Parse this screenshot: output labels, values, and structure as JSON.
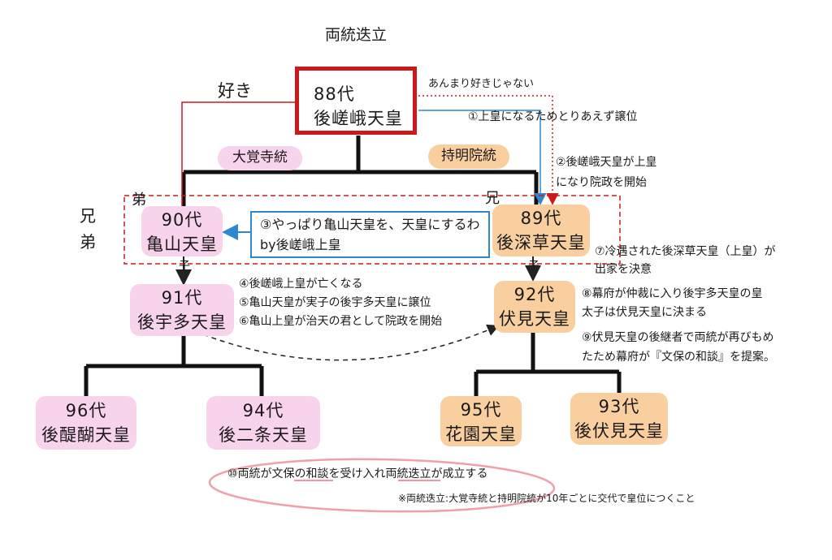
{
  "title": "両統迭立",
  "labels": {
    "suki": "好き",
    "not_like": "あんまり好きじゃない",
    "daikakuji": "大覚寺統",
    "jimyoin": "持明院統",
    "kyodai": [
      "兄",
      "弟"
    ],
    "otouto": "弟",
    "ani": "兄",
    "ko": "子"
  },
  "emperors": {
    "e88": [
      "88代",
      "後嵯峨天皇"
    ],
    "e89": [
      "89代",
      "後深草天皇"
    ],
    "e90": [
      "90代",
      "亀山天皇"
    ],
    "e91": [
      "91代",
      "後宇多天皇"
    ],
    "e92": [
      "92代",
      "伏見天皇"
    ],
    "e93": [
      "93代",
      "後伏見天皇"
    ],
    "e94": [
      "94代",
      "後二条天皇"
    ],
    "e95": [
      "95代",
      "花園天皇"
    ],
    "e96": [
      "96代",
      "後醍醐天皇"
    ]
  },
  "notes": {
    "n1": "①上皇になるためとりあえず譲位",
    "n2": [
      "②後嵯峨天皇が上皇",
      "になり院政を開始"
    ],
    "n3": [
      "③やっぱり亀山天皇を、天皇にするわ",
      "by後嵯峨上皇"
    ],
    "n4": "④後嵯峨上皇が亡くなる",
    "n5": "⑤亀山天皇が実子の後宇多天皇に譲位",
    "n6": "⑥亀山上皇が治天の君として院政を開始",
    "n7": [
      "⑦冷遇された後深草天皇（上皇）が",
      "出家を決意"
    ],
    "n8": [
      "⑧幕府が仲裁に入り後宇多天皇の皇",
      "太子は伏見天皇に決まる"
    ],
    "n9": [
      "⑨伏見天皇の後継者で両統が再びもめ",
      "たため幕府が『文保の和談』を提案。"
    ],
    "n10": "⑩両統が文保の和談を受け入れ両統迭立が成立する",
    "footnote": "※両統迭立:大覚寺統と持明院統が10年ごとに交代で皇位につくこと"
  },
  "colors": {
    "daikakuji": "#f8d3ec",
    "jimyoin": "#f9cf9f",
    "emphasis_red": "#cc1a1a",
    "blue_arrow": "#2f87cf",
    "circle_pink": "#f0a0aa"
  }
}
